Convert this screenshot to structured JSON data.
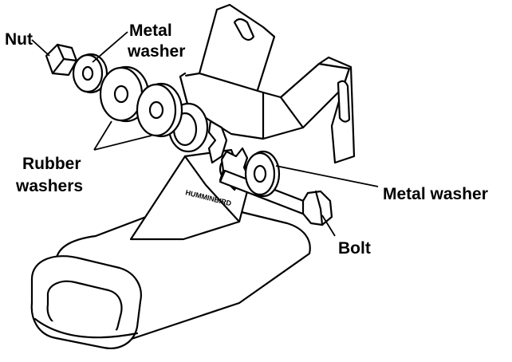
{
  "labels": {
    "nut": "Nut",
    "metal_washer_top_line1": "Metal",
    "metal_washer_top_line2": "washer",
    "rubber_washers_line1": "Rubber",
    "rubber_washers_line2": "washers",
    "metal_washer_right": "Metal washer",
    "bolt": "Bolt"
  },
  "brand_mark": "HUMMINBIRD"
}
